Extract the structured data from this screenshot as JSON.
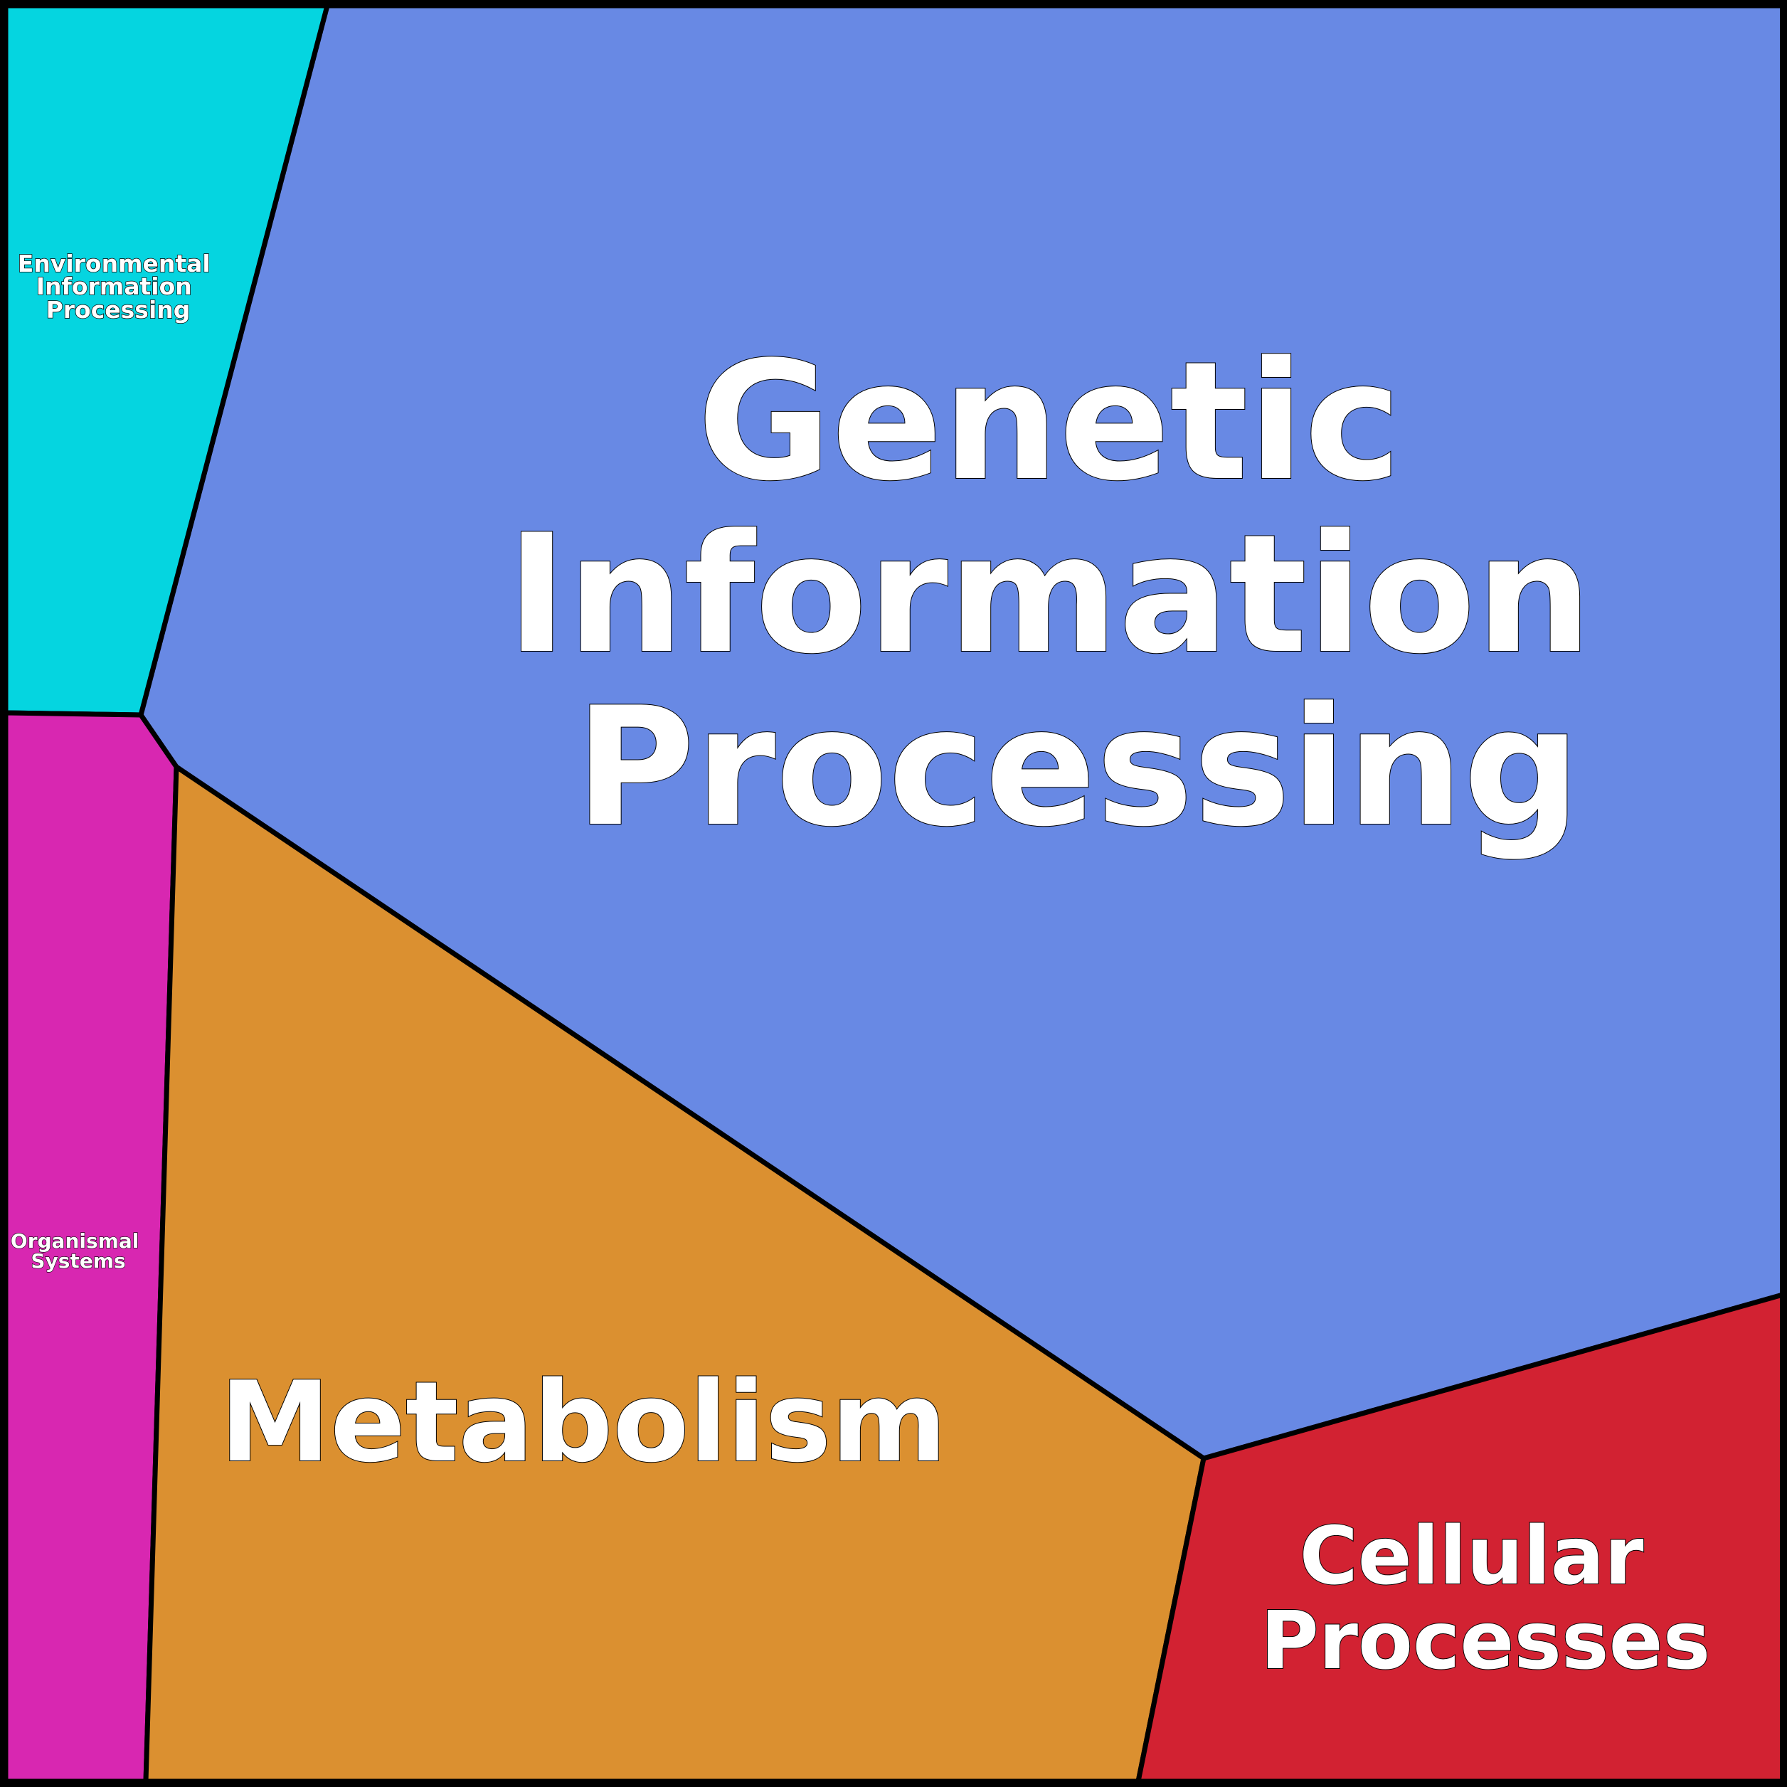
{
  "diagram": {
    "type": "voronoi-treemap",
    "regions": [
      {
        "id": "genetic",
        "label_lines": [
          "Genetic",
          "Information",
          "Processing"
        ],
        "color": "#6889E4"
      },
      {
        "id": "environmental",
        "label_lines": [
          "Environmental",
          "Information",
          "Processing"
        ],
        "color": "#05D5E0"
      },
      {
        "id": "organismal",
        "label_lines": [
          "Organismal",
          "Systems"
        ],
        "color": "#D827B1"
      },
      {
        "id": "metabolism",
        "label_lines": [
          "Metabolism"
        ],
        "color": "#DB9030"
      },
      {
        "id": "cellular",
        "label_lines": [
          "Cellular",
          "Processes"
        ],
        "color": "#D22232"
      }
    ],
    "border_color": "#000000"
  }
}
